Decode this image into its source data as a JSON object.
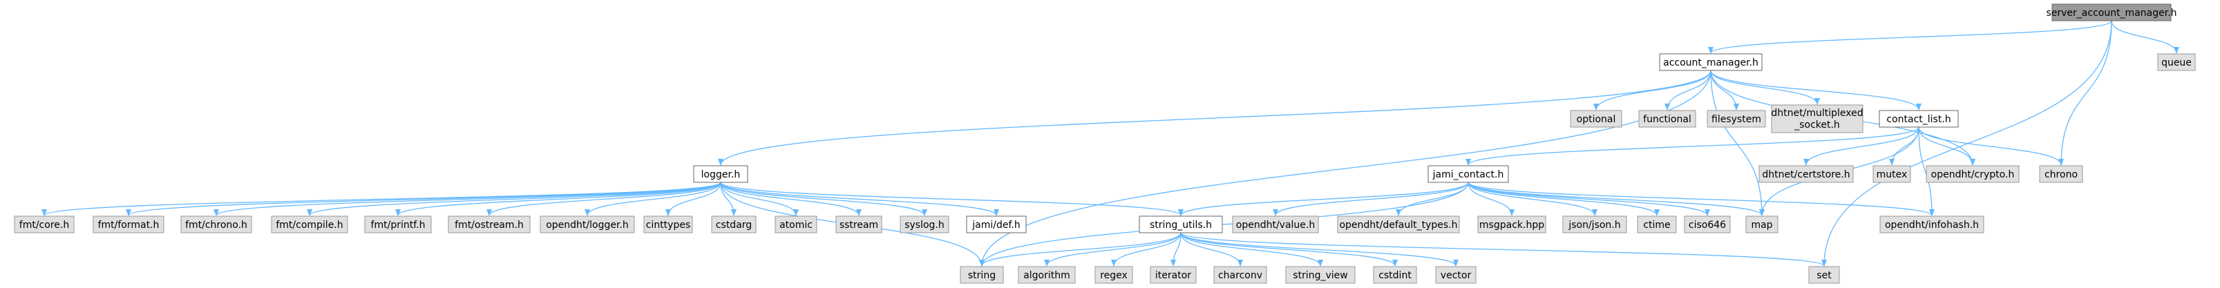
{
  "colors": {
    "edge": "#63b8ff",
    "root_fill": "#999999",
    "root_border": "#666666",
    "documented_fill": "#ffffff",
    "documented_border": "#666666",
    "external_fill": "#e0e0e0",
    "external_border": "#999999"
  },
  "nodes": [
    {
      "id": "server_account_manager",
      "label": "server_account_manager.h",
      "kind": "root"
    },
    {
      "id": "queue",
      "label": "queue",
      "kind": "external"
    },
    {
      "id": "account_manager",
      "label": "account_manager.h",
      "kind": "documented"
    },
    {
      "id": "optional",
      "label": "optional",
      "kind": "external"
    },
    {
      "id": "functional",
      "label": "functional",
      "kind": "external"
    },
    {
      "id": "filesystem",
      "label": "filesystem",
      "kind": "external"
    },
    {
      "id": "dhtnet_multiplexed",
      "label": "dhtnet/multiplexed",
      "label2": "_socket.h",
      "kind": "external"
    },
    {
      "id": "contact_list",
      "label": "contact_list.h",
      "kind": "documented"
    },
    {
      "id": "dhtnet_certstore",
      "label": "dhtnet/certstore.h",
      "kind": "external"
    },
    {
      "id": "mutex",
      "label": "mutex",
      "kind": "external"
    },
    {
      "id": "opendht_crypto",
      "label": "opendht/crypto.h",
      "kind": "external"
    },
    {
      "id": "chrono",
      "label": "chrono",
      "kind": "external"
    },
    {
      "id": "logger",
      "label": "logger.h",
      "kind": "documented"
    },
    {
      "id": "jami_contact",
      "label": "jami_contact.h",
      "kind": "documented"
    },
    {
      "id": "fmt_core",
      "label": "fmt/core.h",
      "kind": "external"
    },
    {
      "id": "fmt_format",
      "label": "fmt/format.h",
      "kind": "external"
    },
    {
      "id": "fmt_chrono",
      "label": "fmt/chrono.h",
      "kind": "external"
    },
    {
      "id": "fmt_compile",
      "label": "fmt/compile.h",
      "kind": "external"
    },
    {
      "id": "fmt_printf",
      "label": "fmt/printf.h",
      "kind": "external"
    },
    {
      "id": "fmt_ostream",
      "label": "fmt/ostream.h",
      "kind": "external"
    },
    {
      "id": "opendht_logger",
      "label": "opendht/logger.h",
      "kind": "external"
    },
    {
      "id": "cinttypes",
      "label": "cinttypes",
      "kind": "external"
    },
    {
      "id": "cstdarg",
      "label": "cstdarg",
      "kind": "external"
    },
    {
      "id": "atomic",
      "label": "atomic",
      "kind": "external"
    },
    {
      "id": "sstream",
      "label": "sstream",
      "kind": "external"
    },
    {
      "id": "syslog",
      "label": "syslog.h",
      "kind": "external"
    },
    {
      "id": "jami_def",
      "label": "jami/def.h",
      "kind": "documented"
    },
    {
      "id": "string_utils",
      "label": "string_utils.h",
      "kind": "documented"
    },
    {
      "id": "opendht_value",
      "label": "opendht/value.h",
      "kind": "external"
    },
    {
      "id": "opendht_default_types",
      "label": "opendht/default_types.h",
      "kind": "external"
    },
    {
      "id": "msgpack",
      "label": "msgpack.hpp",
      "kind": "external"
    },
    {
      "id": "json",
      "label": "json/json.h",
      "kind": "external"
    },
    {
      "id": "ctime",
      "label": "ctime",
      "kind": "external"
    },
    {
      "id": "ciso646",
      "label": "ciso646",
      "kind": "external"
    },
    {
      "id": "map",
      "label": "map",
      "kind": "external"
    },
    {
      "id": "opendht_infohash",
      "label": "opendht/infohash.h",
      "kind": "external"
    },
    {
      "id": "string",
      "label": "string",
      "kind": "external"
    },
    {
      "id": "algorithm",
      "label": "algorithm",
      "kind": "external"
    },
    {
      "id": "regex",
      "label": "regex",
      "kind": "external"
    },
    {
      "id": "iterator",
      "label": "iterator",
      "kind": "external"
    },
    {
      "id": "charconv",
      "label": "charconv",
      "kind": "external"
    },
    {
      "id": "string_view",
      "label": "string_view",
      "kind": "external"
    },
    {
      "id": "cstdint",
      "label": "cstdint",
      "kind": "external"
    },
    {
      "id": "vector",
      "label": "vector",
      "kind": "external"
    },
    {
      "id": "set",
      "label": "set",
      "kind": "external"
    }
  ],
  "edges": [
    [
      "server_account_manager",
      "account_manager"
    ],
    [
      "server_account_manager",
      "queue"
    ],
    [
      "server_account_manager",
      "chrono"
    ],
    [
      "server_account_manager",
      "set"
    ],
    [
      "account_manager",
      "logger"
    ],
    [
      "account_manager",
      "string"
    ],
    [
      "account_manager",
      "map"
    ],
    [
      "account_manager",
      "optional"
    ],
    [
      "account_manager",
      "functional"
    ],
    [
      "account_manager",
      "filesystem"
    ],
    [
      "account_manager",
      "dhtnet_multiplexed"
    ],
    [
      "account_manager",
      "contact_list"
    ],
    [
      "account_manager",
      "opendht_crypto"
    ],
    [
      "contact_list",
      "jami_contact"
    ],
    [
      "contact_list",
      "map"
    ],
    [
      "contact_list",
      "dhtnet_certstore"
    ],
    [
      "contact_list",
      "mutex"
    ],
    [
      "contact_list",
      "opendht_crypto"
    ],
    [
      "contact_list",
      "chrono"
    ],
    [
      "contact_list",
      "opendht_infohash"
    ],
    [
      "logger",
      "fmt_core"
    ],
    [
      "logger",
      "fmt_format"
    ],
    [
      "logger",
      "fmt_chrono"
    ],
    [
      "logger",
      "fmt_compile"
    ],
    [
      "logger",
      "fmt_printf"
    ],
    [
      "logger",
      "fmt_ostream"
    ],
    [
      "logger",
      "opendht_logger"
    ],
    [
      "logger",
      "cinttypes"
    ],
    [
      "logger",
      "cstdarg"
    ],
    [
      "logger",
      "atomic"
    ],
    [
      "logger",
      "sstream"
    ],
    [
      "logger",
      "syslog"
    ],
    [
      "logger",
      "jami_def"
    ],
    [
      "logger",
      "string_utils"
    ],
    [
      "logger",
      "string"
    ],
    [
      "jami_contact",
      "string"
    ],
    [
      "jami_contact",
      "string_utils"
    ],
    [
      "jami_contact",
      "opendht_value"
    ],
    [
      "jami_contact",
      "opendht_default_types"
    ],
    [
      "jami_contact",
      "msgpack"
    ],
    [
      "jami_contact",
      "json"
    ],
    [
      "jami_contact",
      "ctime"
    ],
    [
      "jami_contact",
      "ciso646"
    ],
    [
      "jami_contact",
      "map"
    ],
    [
      "jami_contact",
      "opendht_infohash"
    ],
    [
      "string_utils",
      "string"
    ],
    [
      "string_utils",
      "algorithm"
    ],
    [
      "string_utils",
      "regex"
    ],
    [
      "string_utils",
      "iterator"
    ],
    [
      "string_utils",
      "charconv"
    ],
    [
      "string_utils",
      "string_view"
    ],
    [
      "string_utils",
      "cstdint"
    ],
    [
      "string_utils",
      "vector"
    ],
    [
      "string_utils",
      "set"
    ]
  ]
}
